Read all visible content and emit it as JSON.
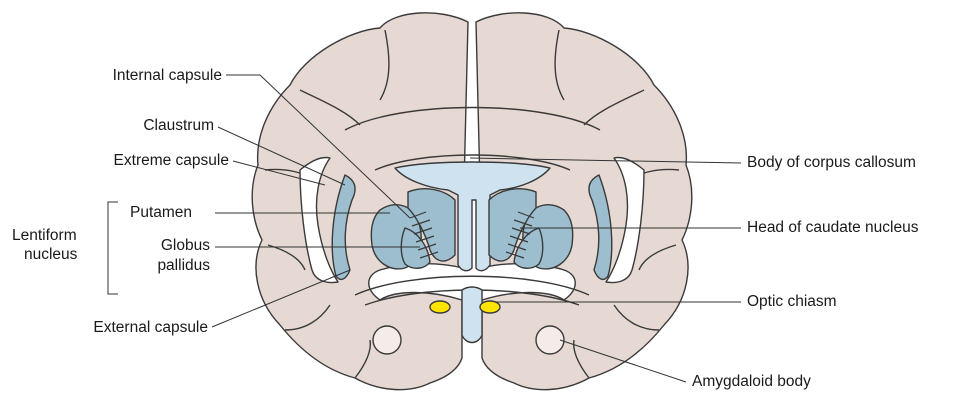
{
  "labels": {
    "internal_capsule": "Internal capsule",
    "claustrum": "Claustrum",
    "extreme_capsule": "Extreme capsule",
    "lentiform_nucleus_line1": "Lentiform",
    "lentiform_nucleus_line2": "nucleus",
    "putamen": "Putamen",
    "globus_pallidus_line1": "Globus",
    "globus_pallidus_line2": "pallidus",
    "external_capsule": "External capsule",
    "body_of_corpus_callosum": "Body of corpus callosum",
    "head_of_caudate_nucleus": "Head of caudate nucleus",
    "optic_chiasm": "Optic chiasm",
    "amygdaloid_body": "Amygdaloid body"
  },
  "colors": {
    "brain_tissue": "#e6d9d3",
    "outline": "#3a3a3a",
    "nucleus_blue": "#9dbecf",
    "ventricle_light_blue": "#cfe2ef",
    "optic_tract_yellow": "#ffe400",
    "amygdala": "#f5ecea",
    "leader_line": "#333333"
  }
}
